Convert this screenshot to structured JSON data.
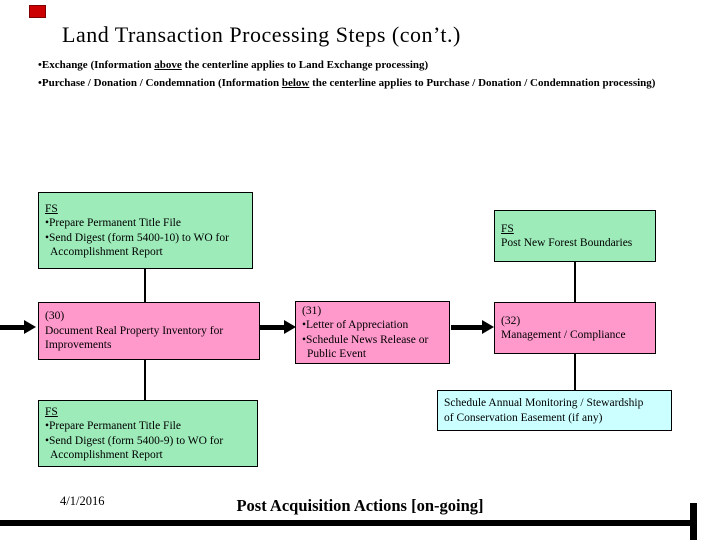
{
  "slide": {
    "title": "Land Transaction Processing Steps (con’t.)",
    "bullets": [
      {
        "pre": "•Exchange (Information ",
        "underlined": "above",
        "post": " the centerline applies to Land Exchange processing)"
      },
      {
        "pre": "•Purchase / Donation / Condemnation (Information ",
        "underlined": "below",
        "post": " the centerline applies to Purchase / Donation / Condemnation processing)"
      }
    ],
    "footer": {
      "date": "4/1/2016",
      "caption": "Post Acquisition Actions [on-going]"
    }
  },
  "boxes": {
    "fs_top": {
      "heading": "FS",
      "lines": [
        "•Prepare Permanent Title File",
        "•Send Digest (form 5400-10) to WO for",
        "Accomplishment Report"
      ]
    },
    "box30": {
      "lines": [
        "(30)",
        "Document Real Property Inventory for",
        "Improvements"
      ]
    },
    "fs_bottom": {
      "heading": "FS",
      "lines": [
        "•Prepare Permanent Title File",
        "•Send Digest (form 5400-9) to WO for",
        "Accomplishment Report"
      ]
    },
    "box31": {
      "lines": [
        "(31)",
        "•Letter of Appreciation",
        "•Schedule News Release or",
        "Public Event"
      ]
    },
    "fs_boundaries": {
      "heading": "FS",
      "lines": [
        "Post New Forest Boundaries"
      ]
    },
    "box32": {
      "lines": [
        "(32)",
        "Management / Compliance"
      ]
    },
    "monitoring": {
      "lines": [
        "Schedule Annual Monitoring / Stewardship",
        "of Conservation Easement (if any)"
      ]
    }
  },
  "colors": {
    "box_green": "#9cebb9",
    "box_pink": "#ff99cc",
    "box_blue": "#ccffff",
    "connector": "#000000",
    "red_marker": "#cc0000"
  }
}
